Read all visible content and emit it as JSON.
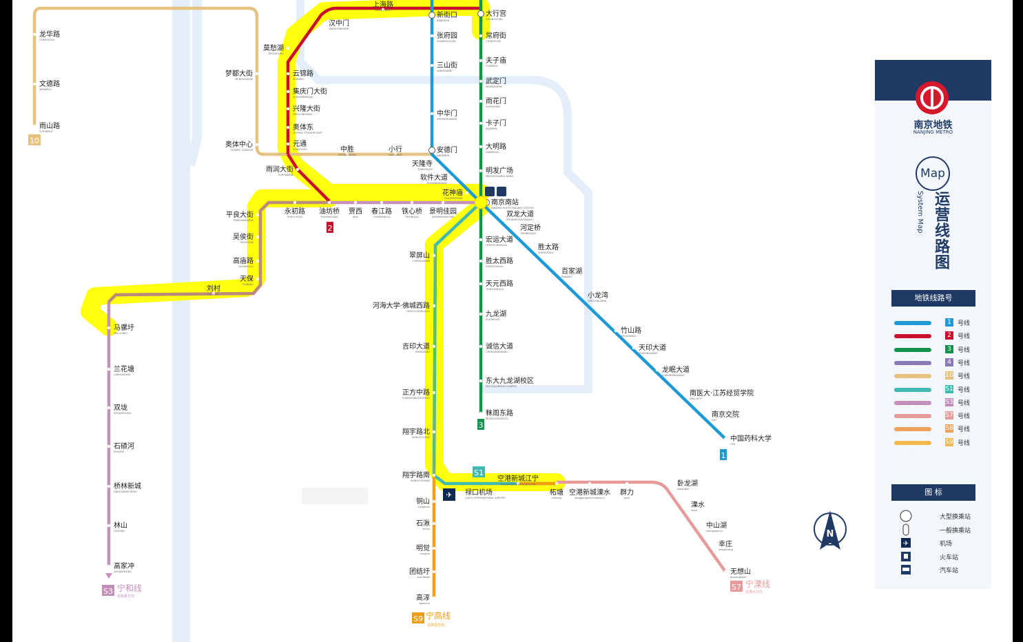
{
  "brand": {
    "name_cn": "南京地铁",
    "name_en": "NANJING METRO",
    "map_word": "Map",
    "system_map": "System Map",
    "title": "运营线路图"
  },
  "legend": {
    "lines_heading": "地铁线路号",
    "lines": [
      {
        "badge": "1",
        "suffix": "号线",
        "color": "#1e9ad6"
      },
      {
        "badge": "2",
        "suffix": "号线",
        "color": "#c8102e"
      },
      {
        "badge": "3",
        "suffix": "号线",
        "color": "#14944b"
      },
      {
        "badge": "4",
        "suffix": "号线",
        "color": "#8b7ab8"
      },
      {
        "badge": "10",
        "suffix": "号线",
        "color": "#e6c17f"
      },
      {
        "badge": "S1",
        "suffix": "号线",
        "color": "#3fb9b1"
      },
      {
        "badge": "S3",
        "suffix": "号线",
        "color": "#c48fbc"
      },
      {
        "badge": "S7",
        "suffix": "号线",
        "color": "#e79a9a"
      },
      {
        "badge": "S8",
        "suffix": "号线",
        "color": "#eea25a"
      },
      {
        "badge": "S9",
        "suffix": "号线",
        "color": "#f2b84c"
      }
    ],
    "icons_heading": "图    标",
    "icons": [
      {
        "icon": "large-interchange-icon",
        "label": "大型换乘站"
      },
      {
        "icon": "interchange-icon",
        "label": "一般换乘站"
      },
      {
        "icon": "airport-icon",
        "label": "机场"
      },
      {
        "icon": "train-station-icon",
        "label": "火车站"
      },
      {
        "icon": "bus-station-icon",
        "label": "汽车站"
      }
    ]
  },
  "compass": {
    "label": "N"
  },
  "line_badges": {
    "l10": "10",
    "l2": "2",
    "l3": "3",
    "l1": "1",
    "s1": "S1",
    "s3": "S3",
    "s7": "S7",
    "s9": "S9"
  },
  "line_names": {
    "s3_cn": "宁和线",
    "s3_dir": "往和县方向",
    "s7_cn": "宁溧线",
    "s7_dir": "往溧水方向",
    "s9_cn": "宁高线",
    "s9_dir": "往高淳方向"
  },
  "stations": [
    {
      "cn": "龙华路",
      "en": "LONGHUALU"
    },
    {
      "cn": "文德路",
      "en": "WENDELU"
    },
    {
      "cn": "雨山路",
      "en": "YUSHANLU"
    },
    {
      "cn": "梦都大街",
      "en": "MENGDUDAJIE"
    },
    {
      "cn": "奥体中心",
      "en": "OLYMPIC STADIUM"
    },
    {
      "cn": "汉中门",
      "en": "HANZHONGMEN"
    },
    {
      "cn": "上海路",
      "en": "SHANGHAILU"
    },
    {
      "cn": "新街口",
      "en": "XINJIEKOU"
    },
    {
      "cn": "大行宫",
      "en": "DAXINGGONG"
    },
    {
      "cn": "莫愁湖",
      "en": "MOCHOUHU"
    },
    {
      "cn": "云锦路",
      "en": "YUNJINLU"
    },
    {
      "cn": "集庆门大街",
      "en": "JIQINGMENDAJIE"
    },
    {
      "cn": "兴隆大街",
      "en": "XINGLONGDAJIE"
    },
    {
      "cn": "奥体东",
      "en": "OLYMPIC STADIUM EAST"
    },
    {
      "cn": "元通",
      "en": "YUANTONG"
    },
    {
      "cn": "中胜",
      "en": "ZHONGSHENG"
    },
    {
      "cn": "小行",
      "en": "XIAOHANG"
    },
    {
      "cn": "雨润大街",
      "en": "YURUNDAJIE"
    },
    {
      "cn": "张府园",
      "en": "ZHANGFUYUAN"
    },
    {
      "cn": "三山街",
      "en": "SANSHANJIE"
    },
    {
      "cn": "中华门",
      "en": "ZHONGHUAMEN"
    },
    {
      "cn": "安德门",
      "en": "ANDEMEN"
    },
    {
      "cn": "天隆寺",
      "en": "TIANLONGSI"
    },
    {
      "cn": "软件大道",
      "en": "RUANJIANDADAO"
    },
    {
      "cn": "花神庙",
      "en": "HUASHENMIAO"
    },
    {
      "cn": "南京南站",
      "en": "NANJING SOUTH RAILWAY STATION"
    },
    {
      "cn": "常府街",
      "en": "CHANGFUJIE"
    },
    {
      "cn": "夫子庙",
      "en": "FUZIMIAO"
    },
    {
      "cn": "武定门",
      "en": "WUDINGMEN"
    },
    {
      "cn": "雨花门",
      "en": "YUHUAMEN"
    },
    {
      "cn": "卡子门",
      "en": "KAZIMEN"
    },
    {
      "cn": "大明路",
      "en": "DAMINGLU"
    },
    {
      "cn": "明发广场",
      "en": "MINGFAGUANGCHANG"
    },
    {
      "cn": "平良大街",
      "en": "PINGLIANGDAJIE"
    },
    {
      "cn": "永初路",
      "en": "YONGCHULU"
    },
    {
      "cn": "油坊桥",
      "en": "YOUFANGQIAO"
    },
    {
      "cn": "贾西",
      "en": "JIAXI"
    },
    {
      "cn": "春江路",
      "en": "CHUNJIANGLU"
    },
    {
      "cn": "铁心桥",
      "en": "TIEXINQIAO"
    },
    {
      "cn": "景明佳园",
      "en": "JINGMINGJIAYUAN"
    },
    {
      "cn": "吴侯街",
      "en": "WUHOUJIE"
    },
    {
      "cn": "高庙路",
      "en": "GAOMIAOLU"
    },
    {
      "cn": "天保",
      "en": "TIANBAO"
    },
    {
      "cn": "刘村",
      "en": "LIUCUN"
    },
    {
      "cn": "马骡圩",
      "en": "MALUOWEI"
    },
    {
      "cn": "兰花塘",
      "en": "LANHUATANG"
    },
    {
      "cn": "双垅",
      "en": "SHUANGLONG"
    },
    {
      "cn": "石碛河",
      "en": "SHIQIHE"
    },
    {
      "cn": "桥林新城",
      "en": "QIAOLINXINCHENG"
    },
    {
      "cn": "林山",
      "en": "LINSHAN"
    },
    {
      "cn": "高家冲",
      "en": "GAOJIACHONG"
    },
    {
      "cn": "双龙大道",
      "en": "SHUANGLONGDADAO"
    },
    {
      "cn": "河定桥",
      "en": "HEDINGQIAO"
    },
    {
      "cn": "胜太路",
      "en": "SHENGTAILU"
    },
    {
      "cn": "百家湖",
      "en": "BAIJIAHU"
    },
    {
      "cn": "小龙湾",
      "en": "XIAOLONGWAN"
    },
    {
      "cn": "竹山路",
      "en": "ZHUSHANLU"
    },
    {
      "cn": "天印大道",
      "en": "TIANYINDADAO"
    },
    {
      "cn": "龙眠大道",
      "en": "LONGMIANDADAO"
    },
    {
      "cn": "南医大·江苏经贸学院",
      "en": "NMU-JIETT"
    },
    {
      "cn": "南京交院",
      "en": "NJCI"
    },
    {
      "cn": "中国药科大学",
      "en": "CPU"
    },
    {
      "cn": "宏运大道",
      "en": "HONGYUNDADAO"
    },
    {
      "cn": "胜太西路",
      "en": "SHENGTAIXILU"
    },
    {
      "cn": "天元西路",
      "en": "TIANYUANXILU"
    },
    {
      "cn": "九龙湖",
      "en": "JIULONGHU"
    },
    {
      "cn": "诚信大道",
      "en": "CHENGXINDADAO"
    },
    {
      "cn": "东大九龙湖校区",
      "en": "SEU JIULONGHU CAMPUS"
    },
    {
      "cn": "秣周东路",
      "en": "MOZHOUDONGLU"
    },
    {
      "cn": "翠屏山",
      "en": "CUIPINGSHAN"
    },
    {
      "cn": "河海大学·佛城西路",
      "en": "HHUFOCHENGXILU"
    },
    {
      "cn": "吉印大道",
      "en": "JIYINDADAO"
    },
    {
      "cn": "正方中路",
      "en": "ZHENGFANGZHONGLU"
    },
    {
      "cn": "翔宇路北",
      "en": "XIANGYULUBEI"
    },
    {
      "cn": "翔宇路南",
      "en": "XIANGYULUNAN"
    },
    {
      "cn": "空港新城江宁",
      "en": "konggangxinchengjiangning"
    },
    {
      "cn": "禄口机场",
      "en": "LUKOU INTERNATIONAL AIRPORT"
    },
    {
      "cn": "柘塘",
      "en": "zhetang"
    },
    {
      "cn": "空港新城溧水",
      "en": "konggangxinchenglishui"
    },
    {
      "cn": "群力",
      "en": "qunli"
    },
    {
      "cn": "卧龙湖",
      "en": "wolonghu"
    },
    {
      "cn": "溧水",
      "en": "lishui"
    },
    {
      "cn": "中山湖",
      "en": "zhongshanhu"
    },
    {
      "cn": "幸庄",
      "en": "xingzhuang"
    },
    {
      "cn": "无想山",
      "en": "wuxiangshan"
    },
    {
      "cn": "铜山",
      "en": "tongshan"
    },
    {
      "cn": "石湫",
      "en": "shiqiu"
    },
    {
      "cn": "明觉",
      "en": "mingjue"
    },
    {
      "cn": "团结圩",
      "en": "tuanjiewei"
    },
    {
      "cn": "高淳",
      "en": "gaochun"
    }
  ]
}
